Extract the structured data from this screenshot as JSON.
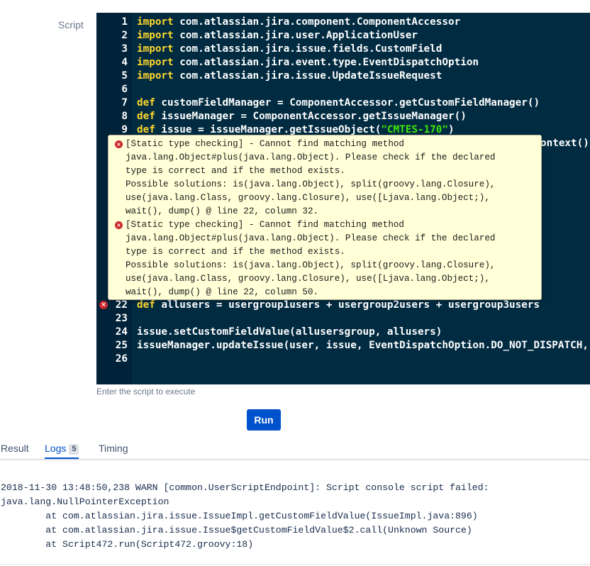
{
  "form": {
    "script_label": "Script",
    "hint": "Enter the script to execute",
    "run_label": "Run"
  },
  "editor": {
    "lines": [
      {
        "n": "1",
        "kw": "import",
        "code": " com.atlassian.jira.component.ComponentAccessor",
        "str": "",
        "tail": ""
      },
      {
        "n": "2",
        "kw": "import",
        "code": " com.atlassian.jira.user.ApplicationUser",
        "str": "",
        "tail": ""
      },
      {
        "n": "3",
        "kw": "import",
        "code": " com.atlassian.jira.issue.fields.CustomField",
        "str": "",
        "tail": ""
      },
      {
        "n": "4",
        "kw": "import",
        "code": " com.atlassian.jira.event.type.EventDispatchOption",
        "str": "",
        "tail": ""
      },
      {
        "n": "5",
        "kw": "import",
        "code": " com.atlassian.jira.issue.UpdateIssueRequest",
        "str": "",
        "tail": ""
      },
      {
        "n": "6",
        "kw": "",
        "code": "",
        "str": "",
        "tail": ""
      },
      {
        "n": "7",
        "kw": "def",
        "code": " customFieldManager = ComponentAccessor.getCustomFieldManager()",
        "str": "",
        "tail": ""
      },
      {
        "n": "8",
        "kw": "def",
        "code": " issueManager = ComponentAccessor.getIssueManager()",
        "str": "",
        "tail": ""
      },
      {
        "n": "9",
        "kw": "def",
        "code": " issue = issueManager.getIssueObject(",
        "str": "\"CMTES-170\"",
        "tail": ")"
      }
    ],
    "partial_line_tail": "ontext()",
    "lines_after": [
      {
        "n": "22",
        "kw": "def",
        "code": " allusers = usergroup1users + usergroup2users + usergroup3users",
        "str": "",
        "tail": "",
        "error": true
      },
      {
        "n": "23",
        "kw": "",
        "code": "",
        "str": "",
        "tail": ""
      },
      {
        "n": "24",
        "kw": "",
        "code": "issue.setCustomFieldValue(allusersgroup, allusers)",
        "str": "",
        "tail": ""
      },
      {
        "n": "25",
        "kw": "",
        "code": "issueManager.updateIssue(user, issue, EventDispatchOption.DO_NOT_DISPATCH, f",
        "str": "",
        "tail": ""
      },
      {
        "n": "26",
        "kw": "",
        "code": "",
        "str": "",
        "tail": ""
      }
    ]
  },
  "tooltip": {
    "errors": [
      {
        "lines": [
          "[Static type checking] - Cannot find matching method",
          "java.lang.Object#plus(java.lang.Object). Please check if the declared",
          "type is correct and if the method exists.",
          "Possible solutions: is(java.lang.Object), split(groovy.lang.Closure),",
          "use(java.lang.Class, groovy.lang.Closure), use([Ljava.lang.Object;),",
          "wait(), dump() @ line 22, column 32."
        ]
      },
      {
        "lines": [
          "[Static type checking] - Cannot find matching method",
          "java.lang.Object#plus(java.lang.Object). Please check if the declared",
          "type is correct and if the method exists.",
          "Possible solutions: is(java.lang.Object), split(groovy.lang.Closure),",
          "use(java.lang.Class, groovy.lang.Closure), use([Ljava.lang.Object;),",
          "wait(), dump() @ line 22, column 50."
        ]
      }
    ]
  },
  "tabs": {
    "result": "Result",
    "logs": "Logs",
    "logs_count": "5",
    "timing": "Timing"
  },
  "log": {
    "lines": [
      "2018-11-30 13:48:50,238 WARN [common.UserScriptEndpoint]: Script console script failed:",
      "java.lang.NullPointerException",
      "        at com.atlassian.jira.issue.IssueImpl.getCustomFieldValue(IssueImpl.java:896)",
      "        at com.atlassian.jira.issue.Issue$getCustomFieldValue$2.call(Unknown Source)",
      "        at Script472.run(Script472.groovy:18)"
    ]
  },
  "colors": {
    "editor_bg": "#012b41",
    "keyword": "#ffd82e",
    "string": "#3ee80a",
    "primary": "#0052cc",
    "error": "#c9262a"
  }
}
